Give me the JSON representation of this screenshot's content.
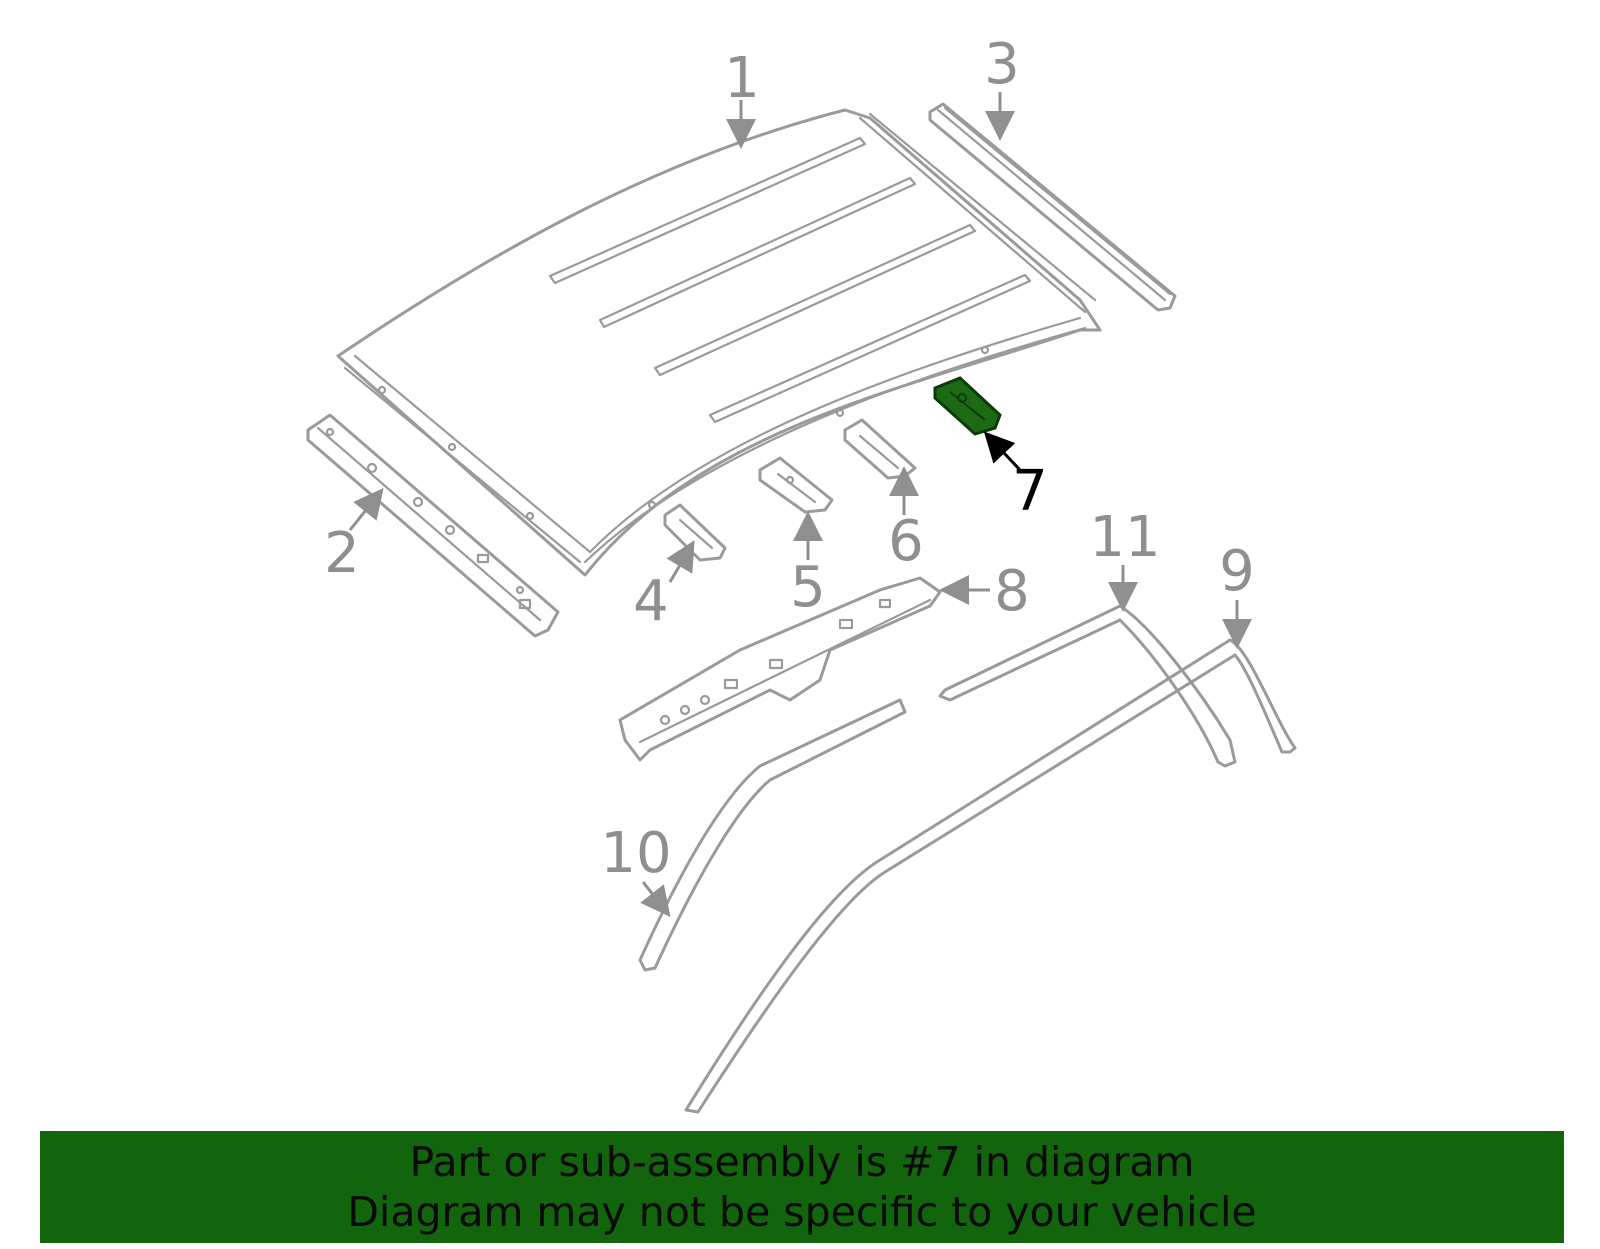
{
  "callouts": [
    "1",
    "2",
    "3",
    "4",
    "5",
    "6",
    "7",
    "8",
    "9",
    "10",
    "11"
  ],
  "highlighted_callout": "7",
  "highlight_color": "#1c6b14",
  "banner": {
    "line1": "Part or sub-assembly is #7 in diagram",
    "line2": "Diagram may not be specific to your vehicle",
    "background": "#12650c"
  }
}
